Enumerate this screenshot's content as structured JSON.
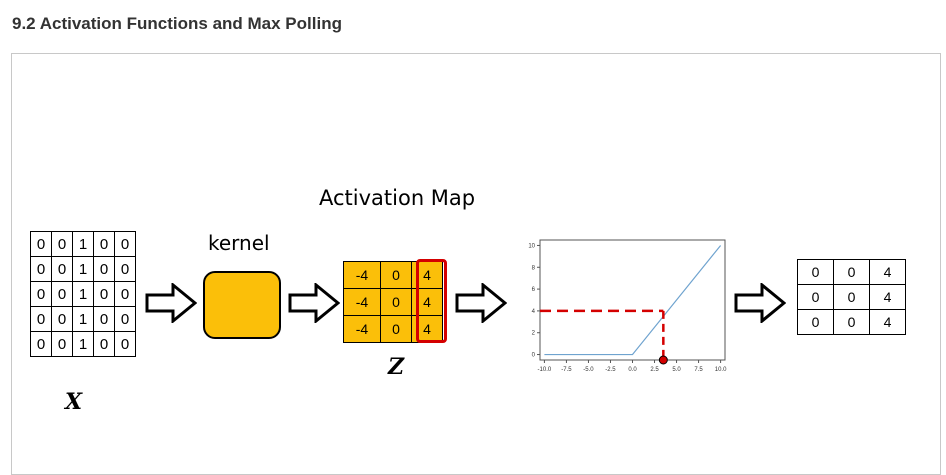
{
  "heading": "9.2 Activation Functions and Max Polling",
  "diagram": {
    "activation_map_title": "Activation Map",
    "kernel_label": "kernel",
    "x_label": "X",
    "z_label": "Z",
    "input_grid": [
      [
        "0",
        "0",
        "1",
        "0",
        "0"
      ],
      [
        "0",
        "0",
        "1",
        "0",
        "0"
      ],
      [
        "0",
        "0",
        "1",
        "0",
        "0"
      ],
      [
        "0",
        "0",
        "1",
        "0",
        "0"
      ],
      [
        "0",
        "0",
        "1",
        "0",
        "0"
      ]
    ],
    "activation_grid": [
      [
        "-4",
        "0",
        "4"
      ],
      [
        "-4",
        "0",
        "4"
      ],
      [
        "-4",
        "0",
        "4"
      ]
    ],
    "output_grid": [
      [
        "0",
        "0",
        "4"
      ],
      [
        "0",
        "0",
        "4"
      ],
      [
        "0",
        "0",
        "4"
      ]
    ],
    "colors": {
      "kernel_fill": "#fbbf09",
      "highlight": "#d40000",
      "relu_line": "#6fa3cf"
    }
  },
  "chart_data": {
    "type": "line",
    "x": [
      -10.0,
      0.0,
      10.0
    ],
    "y": [
      0,
      0,
      10
    ],
    "xlim": [
      -10.5,
      10.5
    ],
    "ylim": [
      -0.5,
      10.5
    ],
    "x_ticks": [
      "-10.0",
      "-7.5",
      "-5.0",
      "-2.5",
      "0.0",
      "2.5",
      "5.0",
      "7.5",
      "10.0"
    ],
    "y_ticks": [
      "0",
      "2",
      "4",
      "6",
      "8",
      "10"
    ],
    "highlight_point": {
      "x": 3.5,
      "y": 4
    },
    "grid": false
  }
}
